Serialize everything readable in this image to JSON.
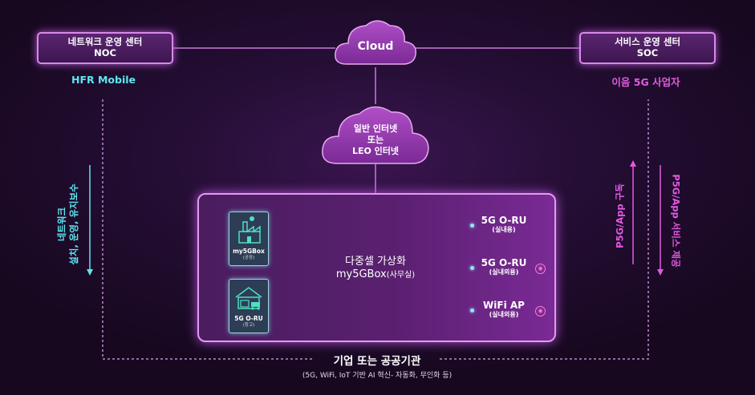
{
  "noc": {
    "line1": "네트워크 운영 센터",
    "line2": "NOC",
    "operator": "HFR Mobile"
  },
  "soc": {
    "line1": "서비스 운영 센터",
    "line2": "SOC",
    "operator": "이음 5G 사업자"
  },
  "cloud": {
    "label": "Cloud"
  },
  "internet": {
    "line1": "일반 인터넷",
    "line2": "또는",
    "line3": "LEO 인터넷"
  },
  "left_vertical": {
    "line1": "네트워크",
    "line2": "설치, 운영, 유지보수"
  },
  "right_vertical": {
    "up": "P5G/App 구독",
    "down": "P5G/App 서비스 제공"
  },
  "factory": {
    "name": "my5GBox",
    "sub": "(공장)"
  },
  "warehouse": {
    "name": "5G O-RU",
    "sub": "(창고)"
  },
  "center": {
    "line1": "다중셀 가상화",
    "line2_main": "my5GBox",
    "line2_sub": "(사무실)"
  },
  "units": [
    {
      "title": "5G O-RU",
      "sub": "(실내용)",
      "icon": "none"
    },
    {
      "title": "5G O-RU",
      "sub": "(실내외용)",
      "icon": "wifi-icon"
    },
    {
      "title": "WiFi AP",
      "sub": "(실내외용)",
      "icon": "wifi-icon"
    }
  ],
  "bottom": {
    "title": "기업 또는 공공기관",
    "subtitle": "(5G, WiFi, IoT 기반 AI 혁신- 자동화, 무인화 등)"
  },
  "colors": {
    "accent_cyan": "#5ee6f0",
    "accent_pink": "#e25ae0",
    "border": "#d88ae8"
  }
}
